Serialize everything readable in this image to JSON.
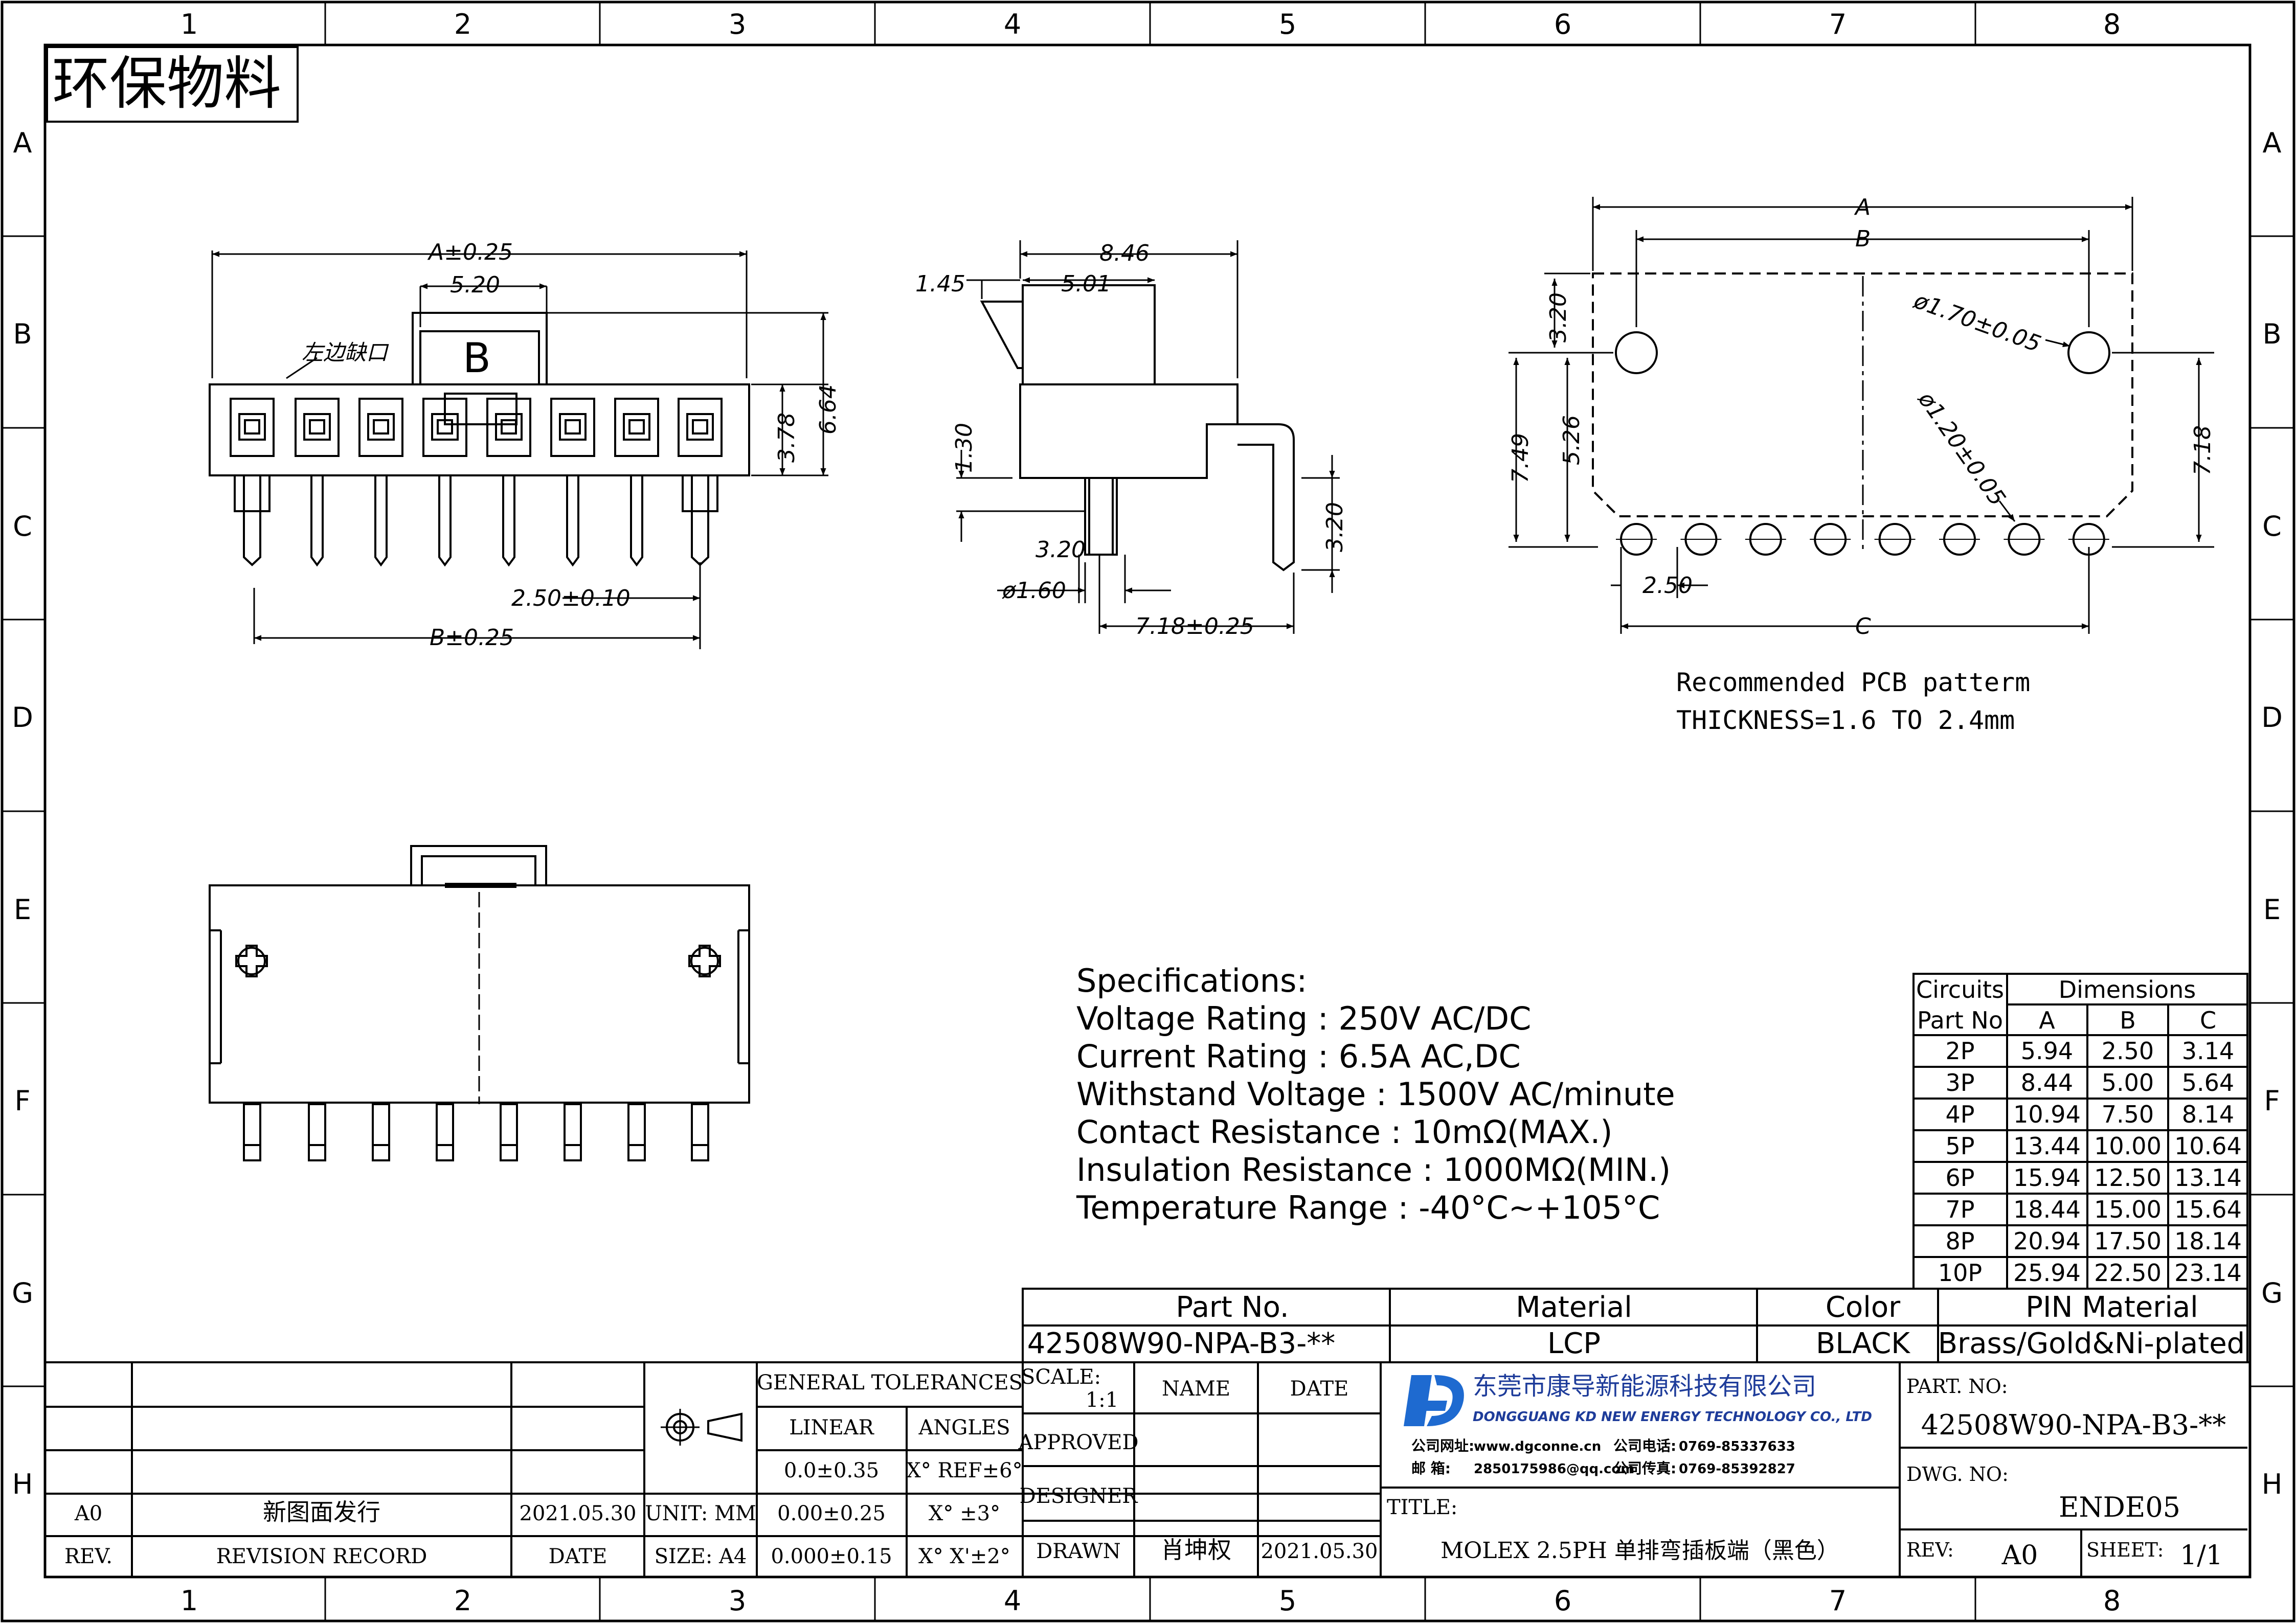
{
  "sheet": {
    "zone_numbers": [
      "1",
      "2",
      "3",
      "4",
      "5",
      "6",
      "7",
      "8"
    ],
    "zone_letters": [
      "A",
      "B",
      "C",
      "D",
      "E",
      "F",
      "G",
      "H"
    ],
    "stamp": "环保物料"
  },
  "front_view": {
    "dim_a": "A±0.25",
    "dim_520": "5.20",
    "dim_664": "6.64",
    "dim_378": "3.78",
    "dim_pitch": "2.50±0.10",
    "dim_b": "B±0.25",
    "notch_label": "左边缺口",
    "polarity_letter": "B"
  },
  "side_view": {
    "dim_846": "8.46",
    "dim_145": "1.45",
    "dim_501": "5.01",
    "dim_130": "1.30",
    "dim_320a": "3.20",
    "dim_160": "ø1.60",
    "dim_320b": "3.20",
    "dim_718": "7.18±0.25"
  },
  "pcb_view": {
    "dim_a": "A",
    "dim_b": "B",
    "dim_c": "C",
    "dim_320": "3.20",
    "dim_526": "5.26",
    "dim_749": "7.49",
    "dim_718": "7.18",
    "dim_170": "ø1.70±0.05",
    "dim_120": "ø1.20±0.05",
    "dim_250": "2.50",
    "note_line1": "Recommended PCB patterm",
    "note_line2": "THICKNESS=1.6 TO 2.4mm"
  },
  "specifications": [
    "Specifications:",
    "Voltage Rating : 250V AC/DC",
    "Current Rating : 6.5A AC,DC",
    "Withstand Voltage : 1500V AC/minute",
    "Contact Resistance : 10mΩ(MAX.)",
    "Insulation Resistance : 1000MΩ(MIN.)",
    "Temperature Range : -40°C~+105°C"
  ],
  "dimension_table": {
    "header_circuits": "Circuits",
    "header_dimensions": "Dimensions",
    "header_partno": "Part No",
    "columns": [
      "A",
      "B",
      "C"
    ],
    "rows": [
      {
        "part": "2P",
        "a": "5.94",
        "b": "2.50",
        "c": "3.14"
      },
      {
        "part": "3P",
        "a": "8.44",
        "b": "5.00",
        "c": "5.64"
      },
      {
        "part": "4P",
        "a": "10.94",
        "b": "7.50",
        "c": "8.14"
      },
      {
        "part": "5P",
        "a": "13.44",
        "b": "10.00",
        "c": "10.64"
      },
      {
        "part": "6P",
        "a": "15.94",
        "b": "12.50",
        "c": "13.14"
      },
      {
        "part": "7P",
        "a": "18.44",
        "b": "15.00",
        "c": "15.64"
      },
      {
        "part": "8P",
        "a": "20.94",
        "b": "17.50",
        "c": "18.14"
      },
      {
        "part": "10P",
        "a": "25.94",
        "b": "22.50",
        "c": "23.14"
      }
    ]
  },
  "material_table": {
    "h_part": "Part No.",
    "h_material": "Material",
    "h_color": "Color",
    "h_pin": "PIN Material",
    "v_part": "42508W90-NPA-B3-**",
    "v_material": "LCP",
    "v_color": "BLACK",
    "v_pin": "Brass/Gold&Ni-plated"
  },
  "title_block": {
    "rev_value": "A0",
    "revision_text": "新图面发行",
    "revision_date": "2021.05.30",
    "rev_label": "REV.",
    "revision_record_label": "REVISION RECORD",
    "date_label": "DATE",
    "unit_label": "UNIT: MM",
    "size_label": "SIZE: A4",
    "general_tolerances": "GENERAL TOLERANCES",
    "linear": "LINEAR",
    "angles": "ANGLES",
    "tol1": "0.0±0.35",
    "ang1": "X° REF±6°",
    "tol2": "0.00±0.25",
    "ang2": "X° ±3°",
    "tol3": "0.000±0.15",
    "ang3": "X° X'±2°",
    "scale_label": "SCALE:",
    "scale_value": "1:1",
    "name_label": "NAME",
    "date_col_label": "DATE",
    "approved": "APPROVED",
    "designer": "DESIGNER",
    "drawn": "DRAWN",
    "drawn_name": "肖坤权",
    "drawn_date": "2021.05.30",
    "company_cn": "东莞市康导新能源科技有限公司",
    "company_en": "DONGGUANG KD NEW ENERGY TECHNOLOGY CO., LTD",
    "web_label": "公司网址:",
    "web": "www.dgconne.cn",
    "phone_label": "公司电话:",
    "phone": "0769-85337633",
    "mail_label": "邮    箱:",
    "mail": "2850175986@qq.com",
    "fax_label": "公司传真:",
    "fax": "0769-85392827",
    "title_label": "TITLE:",
    "title": "MOLEX 2.5PH 单排弯插板端（黑色）",
    "partno_label": "PART. NO:",
    "partno": "42508W90-NPA-B3-**",
    "dwgno_label": "DWG. NO:",
    "dwgno": "ENDE05",
    "rev2_label": "REV:",
    "rev2_value": "A0",
    "sheet_label": "SHEET:",
    "sheet_value": "1/1"
  }
}
